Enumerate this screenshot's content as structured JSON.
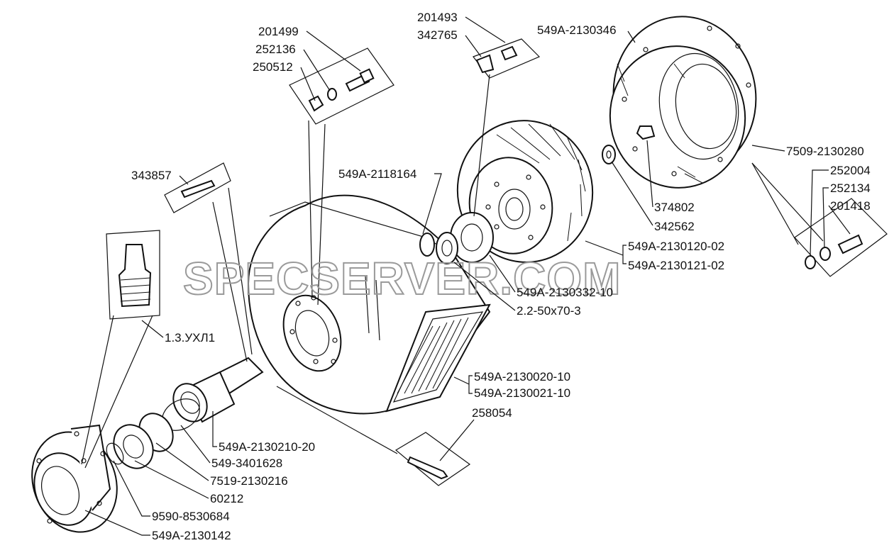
{
  "watermark": "SPECSERVER.COM",
  "part_labels": [
    {
      "id": "p1",
      "text": "201499"
    },
    {
      "id": "p2",
      "text": "252136"
    },
    {
      "id": "p3",
      "text": "250512"
    },
    {
      "id": "p4",
      "text": "201493"
    },
    {
      "id": "p5",
      "text": "342765"
    },
    {
      "id": "p6",
      "text": "549A-2130346"
    },
    {
      "id": "p7",
      "text": "343857"
    },
    {
      "id": "p8",
      "text": "549A-2118164"
    },
    {
      "id": "p9",
      "text": "7509-2130280"
    },
    {
      "id": "p10",
      "text": "252004"
    },
    {
      "id": "p11",
      "text": "252134"
    },
    {
      "id": "p12",
      "text": "201418"
    },
    {
      "id": "p13",
      "text": "374802"
    },
    {
      "id": "p14",
      "text": "342562"
    },
    {
      "id": "p15",
      "text": "549A-2130120-02"
    },
    {
      "id": "p16",
      "text": "549A-2130121-02"
    },
    {
      "id": "p17",
      "text": "549A-2130332-10"
    },
    {
      "id": "p18",
      "text": "2.2-50x70-3"
    },
    {
      "id": "p19",
      "text": "1.3.УХЛ1"
    },
    {
      "id": "p20",
      "text": "549A-2130020-10"
    },
    {
      "id": "p21",
      "text": "549A-2130021-10"
    },
    {
      "id": "p22",
      "text": "258054"
    },
    {
      "id": "p23",
      "text": "549A-2130210-20"
    },
    {
      "id": "p24",
      "text": "549-3401628"
    },
    {
      "id": "p25",
      "text": "7519-2130216"
    },
    {
      "id": "p26",
      "text": "60212"
    },
    {
      "id": "p27",
      "text": "9590-8530684"
    },
    {
      "id": "p28",
      "text": "549A-2130142"
    }
  ]
}
